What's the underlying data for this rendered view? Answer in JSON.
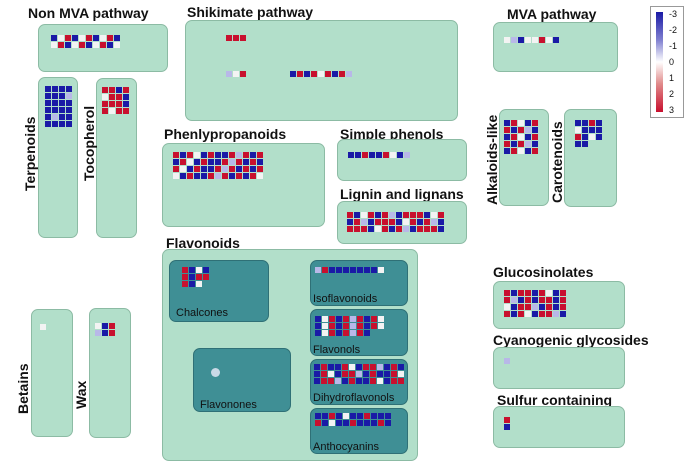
{
  "pathways": {
    "non_mva": "Non MVA pathway",
    "shikimate": "Shikimate pathway",
    "mva": "MVA pathway",
    "terpenoids": "Terpenoids",
    "tocopherol": "Tocopherol",
    "phenylpropanoids": "Phenlypropanoids",
    "simple_phenols": "Simple phenols",
    "lignin": "Lignin and lignans",
    "alkaloids": "Alkaloids-like",
    "carotenoids": "Carotenoids",
    "flavonoids": "Flavonoids",
    "chalcones": "Chalcones",
    "isoflavonoids": "Isoflavonoids",
    "flavonols": "Flavonols",
    "flavanones": "Flavonones",
    "dihydroflavonols": "Dihydroflavonols",
    "anthocyanins": "Anthocyanins",
    "betains": "Betains",
    "wax": "Wax",
    "glucosinolates": "Glucosinolates",
    "cyanogenic": "Cyanogenic glycosides",
    "sulfur": "Sulfur containing"
  },
  "legend": {
    "ticks": [
      "-3",
      "-2",
      "-1",
      "0",
      "1",
      "2",
      "3"
    ],
    "colors": {
      "low": "#1a1aa6",
      "mid": "#ffffff",
      "high": "#c8102e"
    }
  }
}
